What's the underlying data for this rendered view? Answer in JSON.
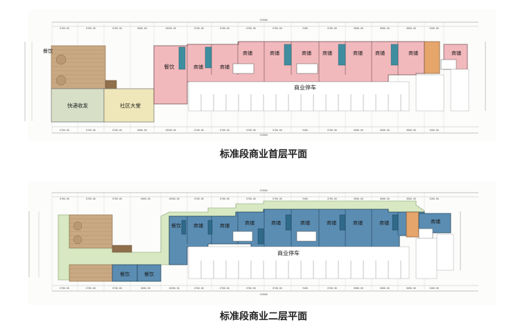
{
  "plans": [
    {
      "id": "ground",
      "caption": "标准段商业首层平面",
      "rooms": {
        "dining": "餐饮",
        "courier": "快递收发",
        "community_hall": "社区大堂",
        "shop": "商铺",
        "parking": "商业停车"
      },
      "dims_top": [
        "8700.00",
        "8700.00",
        "8700.00",
        "8000.00",
        "10500.00",
        "8700.00",
        "8700.00",
        "8700.00",
        "8700.00",
        "9400",
        "8700.00",
        "8800.00",
        "8800.00",
        "8800.00",
        "3400.00"
      ],
      "dims_total": "135000"
    },
    {
      "id": "second",
      "caption": "标准段商业二层平面",
      "rooms": {
        "dining": "餐饮",
        "shop": "商铺",
        "parking": "商业停车"
      },
      "dims_top": [
        "8700.00",
        "8700.00",
        "8700.00",
        "8000.00",
        "10500.00",
        "8700.00",
        "8700.00",
        "8700.00",
        "8700.00",
        "9400",
        "8700.00",
        "8800.00",
        "8800.00",
        "8800.00",
        "3400.00"
      ],
      "dims_total": "135000"
    }
  ],
  "colors": {
    "shop_pink": "#f2b9bd",
    "shop_blue": "#5b8db3",
    "hall_yellow": "#efe7b9",
    "courier_green": "#d7dfc7",
    "deck_wood": "#c9a983",
    "corridor_green": "#d7e8c2",
    "core_orange": "#e6a56b",
    "stair_teal": "#3f8ea0"
  }
}
